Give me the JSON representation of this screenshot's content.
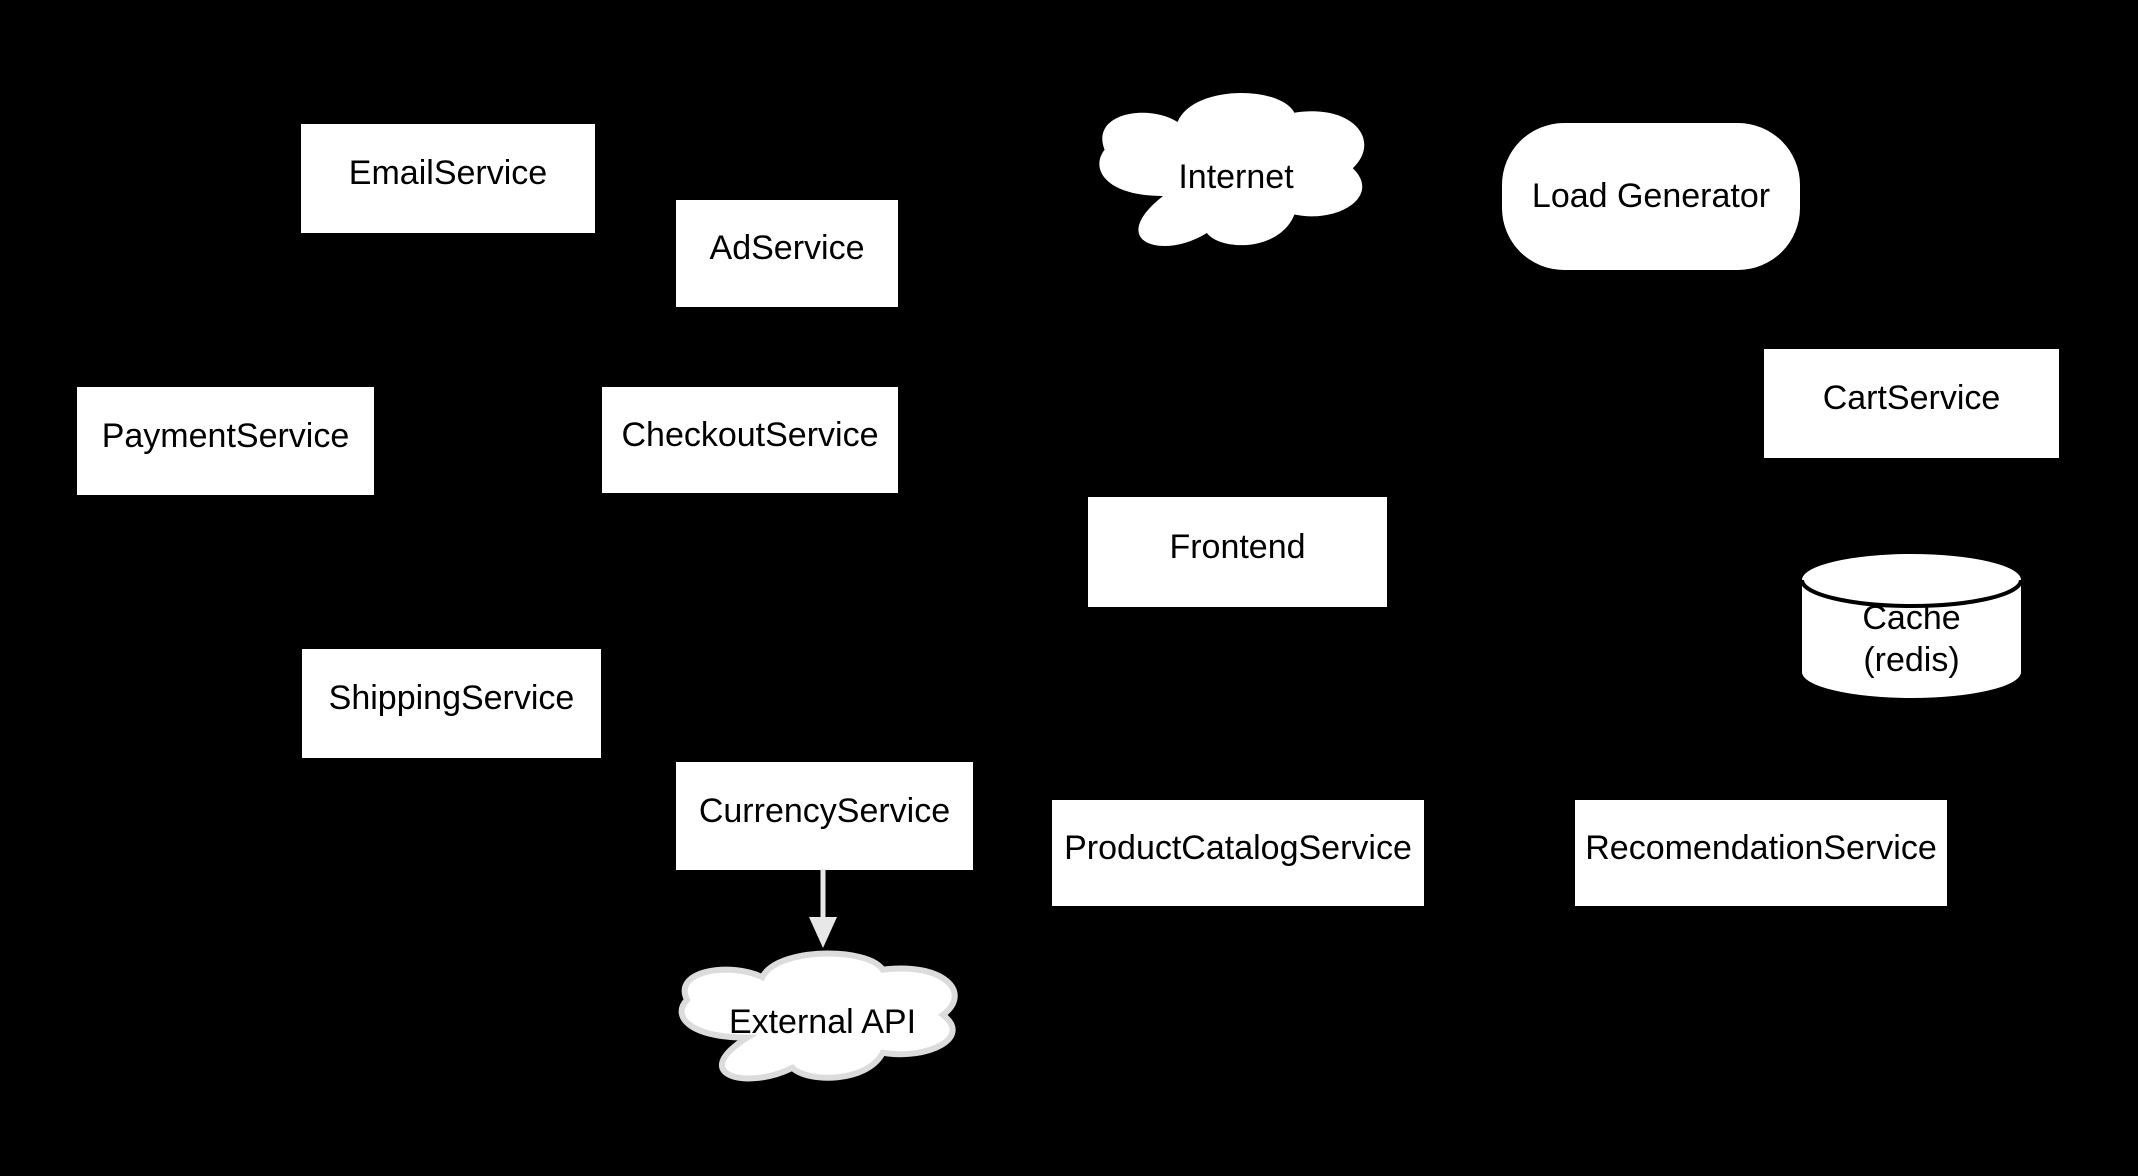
{
  "diagram": {
    "title": "Microservices architecture diagram",
    "background_color": "#000000",
    "colors": {
      "node_fill": "#ffffff",
      "node_text": "#000000",
      "arrow": "#e8e8e8",
      "external_cloud_border": "#dcdcdc"
    },
    "nodes": [
      {
        "id": "email-service",
        "shape": "rectangle",
        "label": "EmailService"
      },
      {
        "id": "ad-service",
        "shape": "rectangle",
        "label": "AdService"
      },
      {
        "id": "internet",
        "shape": "cloud",
        "label": "Internet"
      },
      {
        "id": "load-generator",
        "shape": "rounded-rectangle",
        "label": "Load Generator"
      },
      {
        "id": "payment-service",
        "shape": "rectangle",
        "label": "PaymentService"
      },
      {
        "id": "checkout-service",
        "shape": "rectangle",
        "label": "CheckoutService"
      },
      {
        "id": "cart-service",
        "shape": "rectangle",
        "label": "CartService"
      },
      {
        "id": "frontend",
        "shape": "rectangle",
        "label": "Frontend"
      },
      {
        "id": "cache-redis",
        "shape": "cylinder",
        "label": "Cache",
        "label_line2": "(redis)"
      },
      {
        "id": "shipping-service",
        "shape": "rectangle",
        "label": "ShippingService"
      },
      {
        "id": "currency-service",
        "shape": "rectangle",
        "label": "CurrencyService"
      },
      {
        "id": "product-catalog-service",
        "shape": "rectangle",
        "label": "ProductCatalogService"
      },
      {
        "id": "recomendation-service",
        "shape": "rectangle",
        "label": "RecomendationService"
      },
      {
        "id": "external-api",
        "shape": "cloud",
        "label": "External API"
      }
    ],
    "edges": [
      {
        "from": "currency-service",
        "to": "external-api",
        "direction": "down",
        "style": "light-gray-arrow"
      }
    ]
  }
}
